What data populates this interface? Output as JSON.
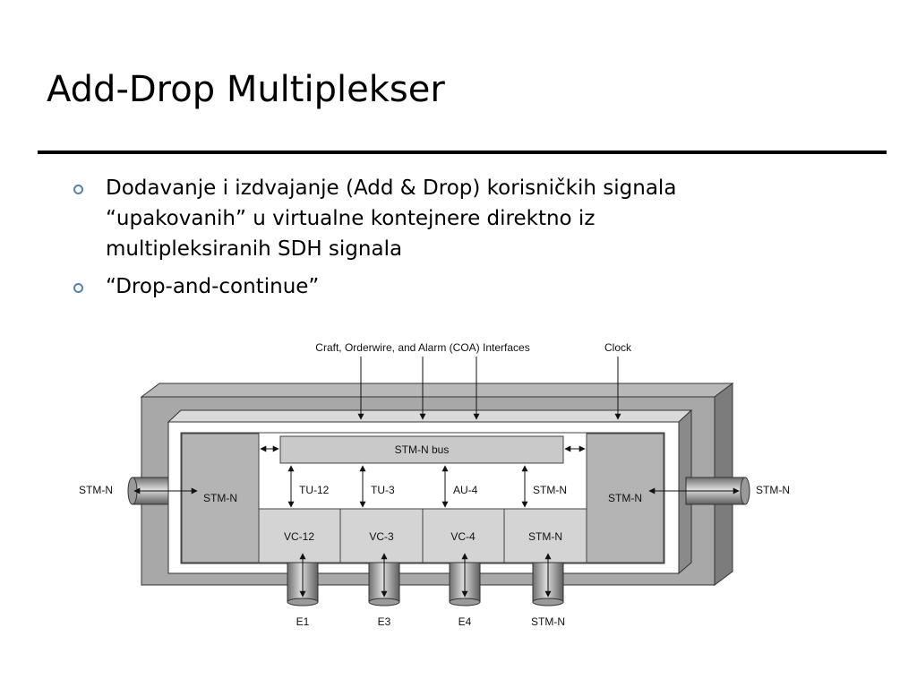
{
  "slide": {
    "title": "Add-Drop Multiplekser",
    "bullets": [
      {
        "lines": [
          "Dodavanje i izdvajanje (Add & Drop) korisničkih signala",
          "“upakovanih” u virtualne kontejnere direktno iz",
          "multipleksiranih SDH signala"
        ]
      },
      {
        "lines": [
          "“Drop-and-continue”"
        ]
      }
    ]
  },
  "diagram": {
    "coa_interfaces_label": "Craft, Orderwire, and Alarm (COA) Interfaces",
    "clock_label": "Clock",
    "bus_label": "STM-N bus",
    "left_port_label": "STM-N",
    "right_port_label": "STM-N",
    "left_block_label": "STM-N",
    "right_block_label": "STM-N",
    "tributary_units": [
      "TU-12",
      "TU-3",
      "AU-4",
      "STM-N"
    ],
    "containers": [
      "VC-12",
      "VC-3",
      "VC-4",
      "STM-N"
    ],
    "outputs": [
      "E1",
      "E3",
      "E4",
      "STM-N"
    ]
  }
}
